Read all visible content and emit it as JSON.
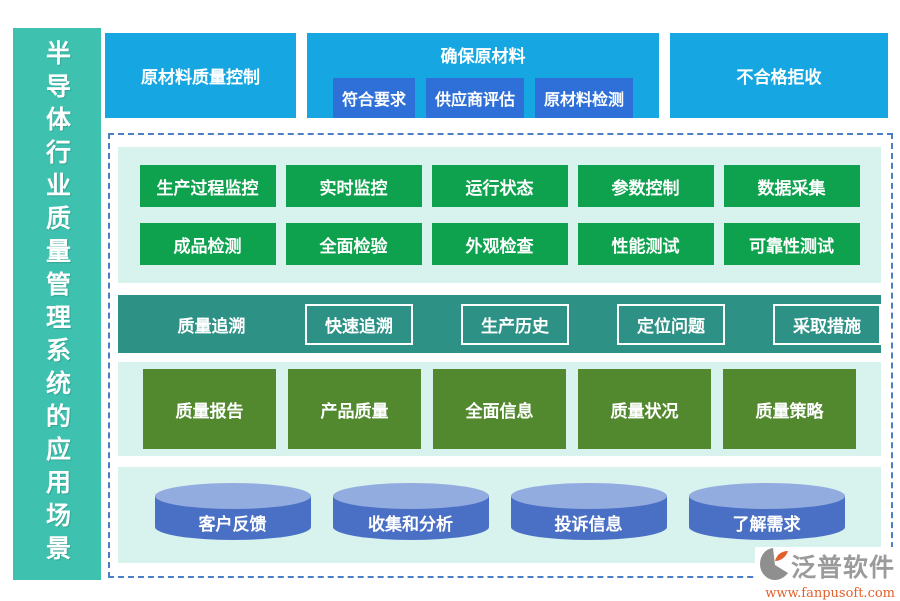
{
  "sidebar": {
    "title": "半导体行业质量管理系统的应用场景"
  },
  "top_row": {
    "left_box": "原材料质量控制",
    "middle_box": {
      "title": "确保原材料",
      "items": [
        "符合要求",
        "供应商评估",
        "原材料检测"
      ]
    },
    "right_box": "不合格拒收"
  },
  "process_rows": {
    "row1": [
      "生产过程监控",
      "实时监控",
      "运行状态",
      "参数控制",
      "数据采集"
    ],
    "row2": [
      "成品检测",
      "全面检验",
      "外观检查",
      "性能测试",
      "可靠性测试"
    ]
  },
  "trace_row": {
    "label": "质量追溯",
    "items": [
      "快速追溯",
      "生产历史",
      "定位问题",
      "采取措施"
    ]
  },
  "report_row": [
    "质量报告",
    "产品质量",
    "全面信息",
    "质量状况",
    "质量策略"
  ],
  "feedback_row": [
    "客户反馈",
    "收集和分析",
    "投诉信息",
    "了解需求"
  ],
  "logo": {
    "name": "泛普软件",
    "url": "www.fanpusoft.com"
  },
  "colors": {
    "sidebar_teal": "#3EC2AF",
    "top_box_cyan": "#16A7E2",
    "sub_button_blue": "#2E6FD8",
    "process_green": "#0FA24E",
    "panel_mint": "#D8F3EE",
    "trace_band_teal": "#2E9186",
    "report_olive": "#53892E",
    "cylinder_body_blue": "#4A70C5",
    "cylinder_top_blue": "#93ACE0",
    "dashed_border_blue": "#4A7EC6",
    "logo_gray": "#9B9B9B",
    "logo_orange": "#E2602C"
  }
}
